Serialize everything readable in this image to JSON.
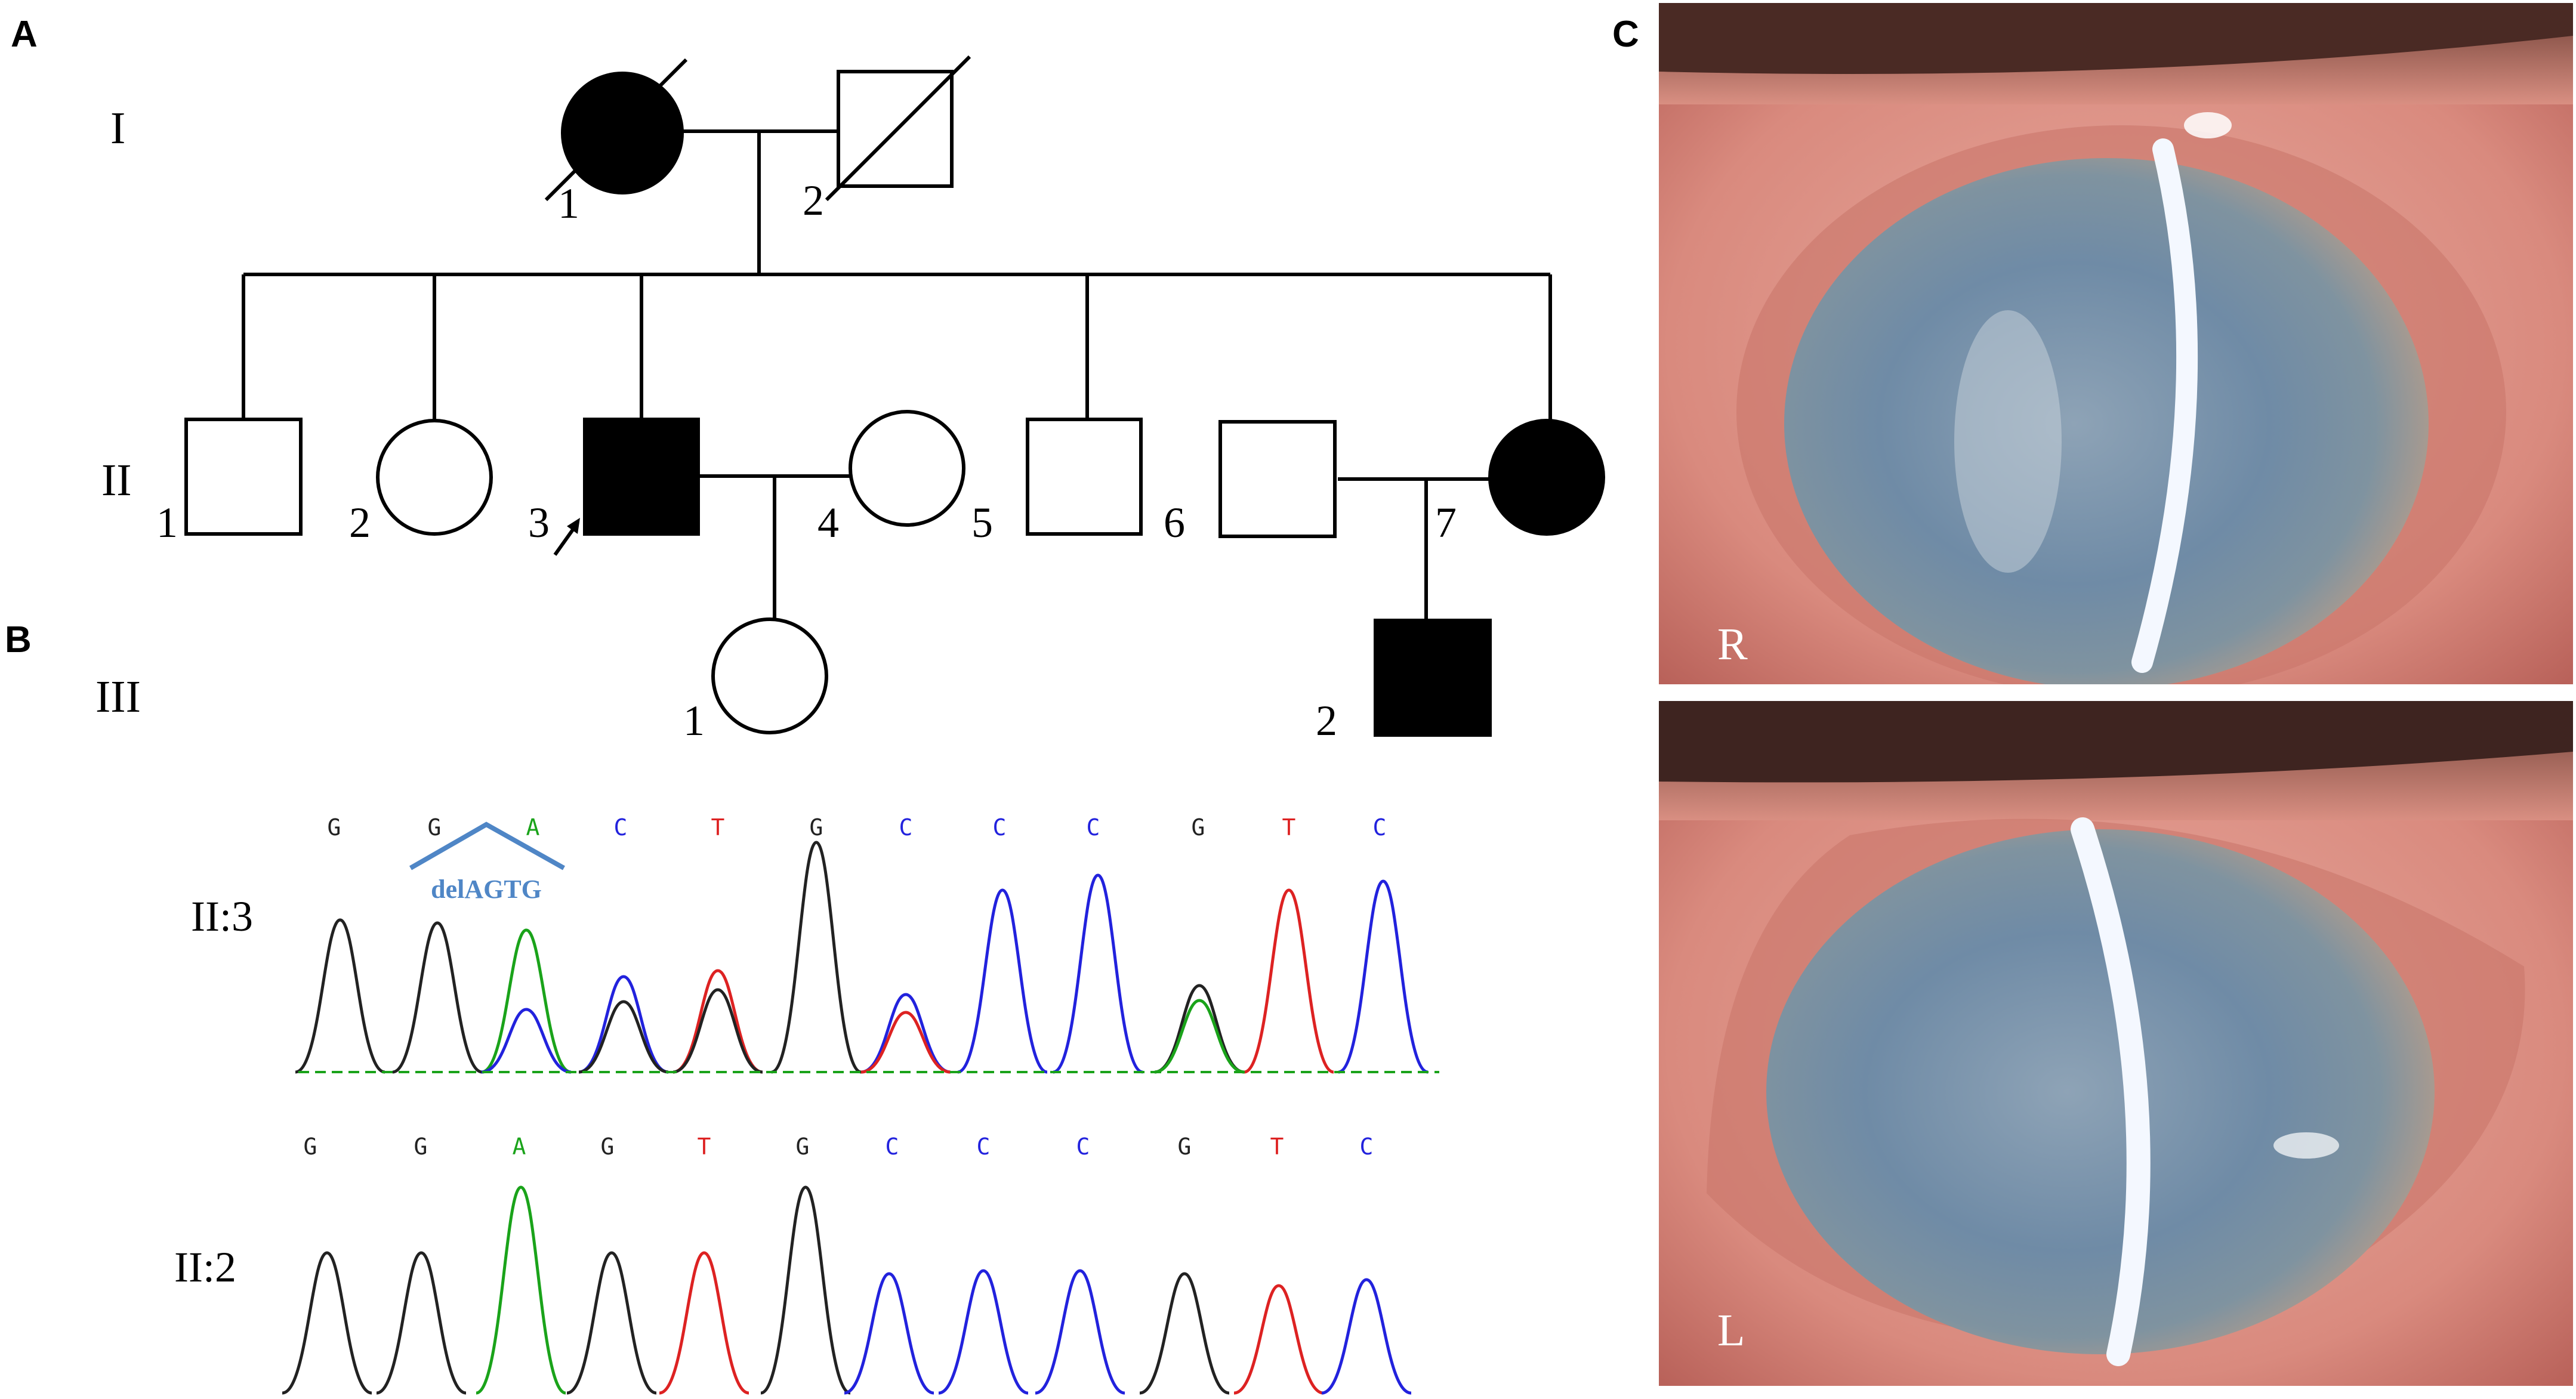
{
  "panels": {
    "a": {
      "label": "A",
      "generations": [
        "I",
        "II",
        "III"
      ],
      "individuals": {
        "I1": "1",
        "I2": "2",
        "II1": "1",
        "II2": "2",
        "II3": "3",
        "II4": "4",
        "II5": "5",
        "II6": "6",
        "II7": "7",
        "III1": "1",
        "III2": "2"
      },
      "affected": [
        "I1",
        "II3",
        "II7",
        "III2"
      ],
      "deceased": [
        "I1",
        "I2"
      ],
      "proband": "II3",
      "colors": {
        "affected_fill": "#000000",
        "line": "#000000",
        "unaffected_fill": "#ffffff"
      }
    },
    "b": {
      "label": "B",
      "traces": [
        {
          "id": "II:3",
          "label": "II:3",
          "bases": [
            "G",
            "G",
            "A",
            "C",
            "T",
            "G",
            "C",
            "C",
            "C",
            "G",
            "T",
            "C"
          ],
          "annotation": "delAGTG"
        },
        {
          "id": "II:2",
          "label": "II:2",
          "bases": [
            "G",
            "G",
            "A",
            "G",
            "T",
            "G",
            "C",
            "C",
            "C",
            "G",
            "T",
            "C"
          ]
        }
      ],
      "base_colors": {
        "G": "#222222",
        "A": "#1aa31a",
        "C": "#2222dd",
        "T": "#dd2222"
      },
      "annotation_color": "#4f86c6"
    },
    "c": {
      "label": "C",
      "photos": [
        {
          "id": "right-eye",
          "label": "R"
        },
        {
          "id": "left-eye",
          "label": "L"
        }
      ]
    }
  }
}
